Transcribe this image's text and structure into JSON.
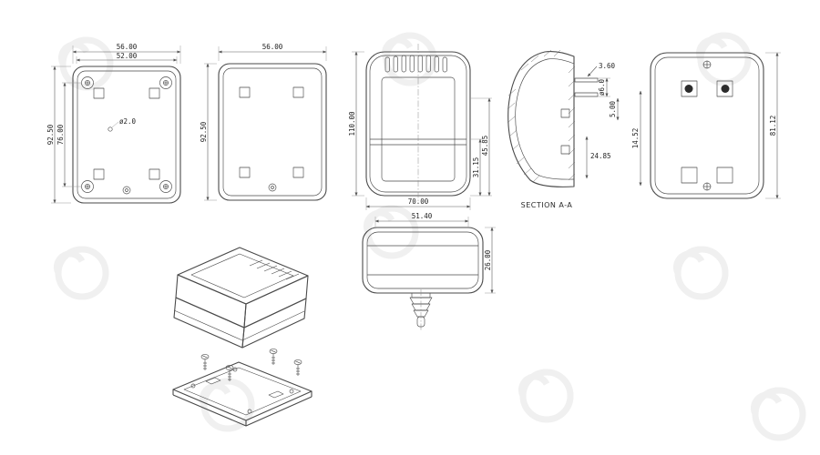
{
  "views": {
    "interior": {
      "dim_width_outer": "56.00",
      "dim_width_inner": "52.00",
      "dim_height_outer": "92.50",
      "dim_height_inner": "76.00",
      "hole_diameter": "ø2.0"
    },
    "back_plate": {
      "dim_width": "56.00",
      "dim_height": "92.50"
    },
    "front": {
      "dim_height": "110.00",
      "dim_width": "70.00",
      "dim_band_lower": "31.15",
      "dim_band_upper": "45.85"
    },
    "section": {
      "caption": "SECTION A-A",
      "dim_wall": "3.60",
      "dim_pin_diameter": "ø6.0",
      "dim_pin_length": "5.00",
      "dim_pin_offset": "24.85"
    },
    "back_exterior": {
      "dim_height": "81.12",
      "dim_feature": "14.52"
    },
    "bottom": {
      "dim_width": "51.40",
      "dim_depth": "26.00"
    }
  }
}
